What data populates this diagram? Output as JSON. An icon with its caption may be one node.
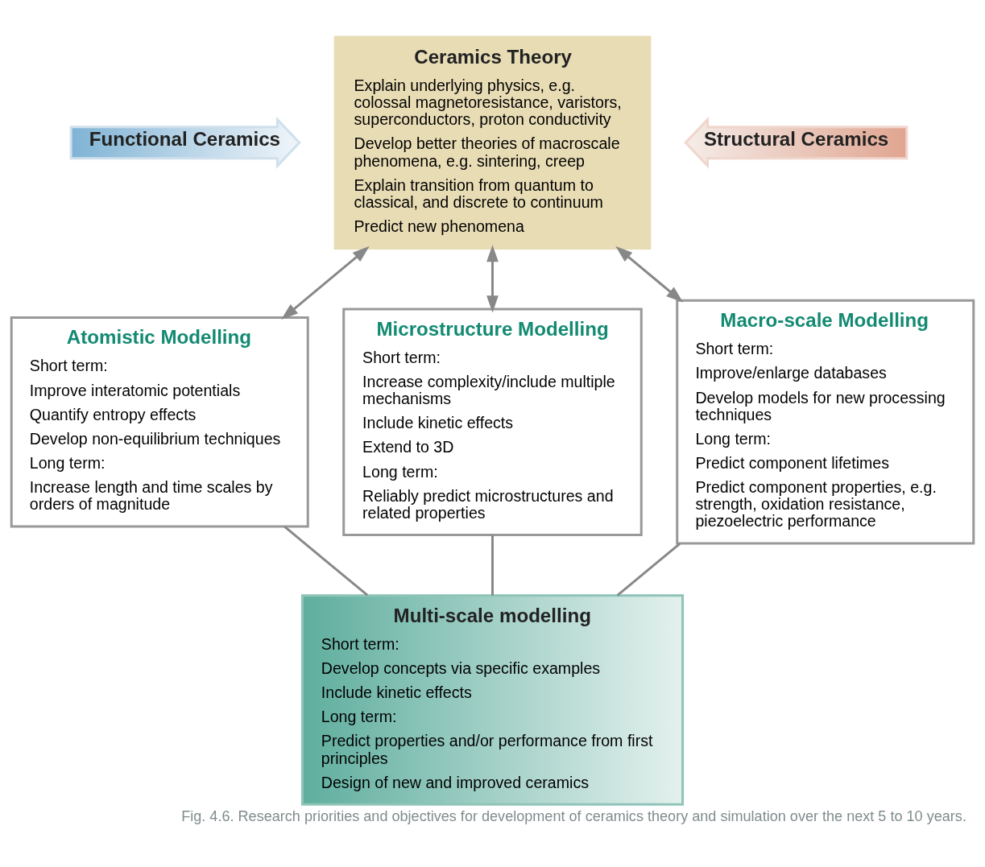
{
  "diagram": {
    "caption": "Fig. 4.6. Research priorities and objectives for development of ceramics theory and simulation over the next 5 to 10 years.",
    "nodes": [
      {
        "text": [
          "Ceramics Theory",
          "Explain underlying physics, e.g. colossal magnetoresistance, varistors, superconductors, proton conductivity",
          "Develop better theories of macroscale phenomena, e.g. sintering, creep",
          "Explain transition from quantum to classical, and discrete to continuum",
          "Predict new phenomena"
        ]
      },
      {
        "text": [
          "Functional Ceramics"
        ]
      },
      {
        "text": [
          "Structural Ceramics"
        ]
      },
      {
        "text": [
          "Atomistic Modelling",
          "Short term:",
          "Improve interatomic potentials",
          "Quantify entropy effects",
          "Develop non-equilibrium techniques",
          "Long term:",
          "Increase length and time scales by orders of magnitude"
        ]
      },
      {
        "text": [
          "Microstructure Modelling",
          "Short term:",
          "Increase complexity/include multiple mechanisms",
          "Include kinetic effects",
          "Extend to 3D",
          "Long term:",
          "Reliably predict microstructures and related properties"
        ]
      },
      {
        "text": [
          "Macro-scale Modelling",
          "Short term:",
          "Improve/enlarge databases",
          "Develop models for new processing techniques",
          "Long term:",
          "Predict component lifetimes",
          "Predict component properties, e.g. strength, oxidation resistance, piezoelectric performance"
        ]
      },
      {
        "text": [
          "Multi-scale modelling",
          "Short term:",
          "Develop concepts via specific examples",
          "Include kinetic effects",
          "Long term:",
          "Predict properties and/or performance from first principles",
          "Design of new and improved ceramics"
        ]
      }
    ],
    "edges": [
      {
        "from": 0,
        "to": 3,
        "arrow": "both"
      },
      {
        "from": 0,
        "to": 4,
        "arrow": "both"
      },
      {
        "from": 0,
        "to": 5,
        "arrow": "both"
      },
      {
        "from": 3,
        "to": 6,
        "arrow": "none"
      },
      {
        "from": 4,
        "to": 6,
        "arrow": "none"
      },
      {
        "from": 5,
        "to": 6,
        "arrow": "none"
      }
    ]
  }
}
